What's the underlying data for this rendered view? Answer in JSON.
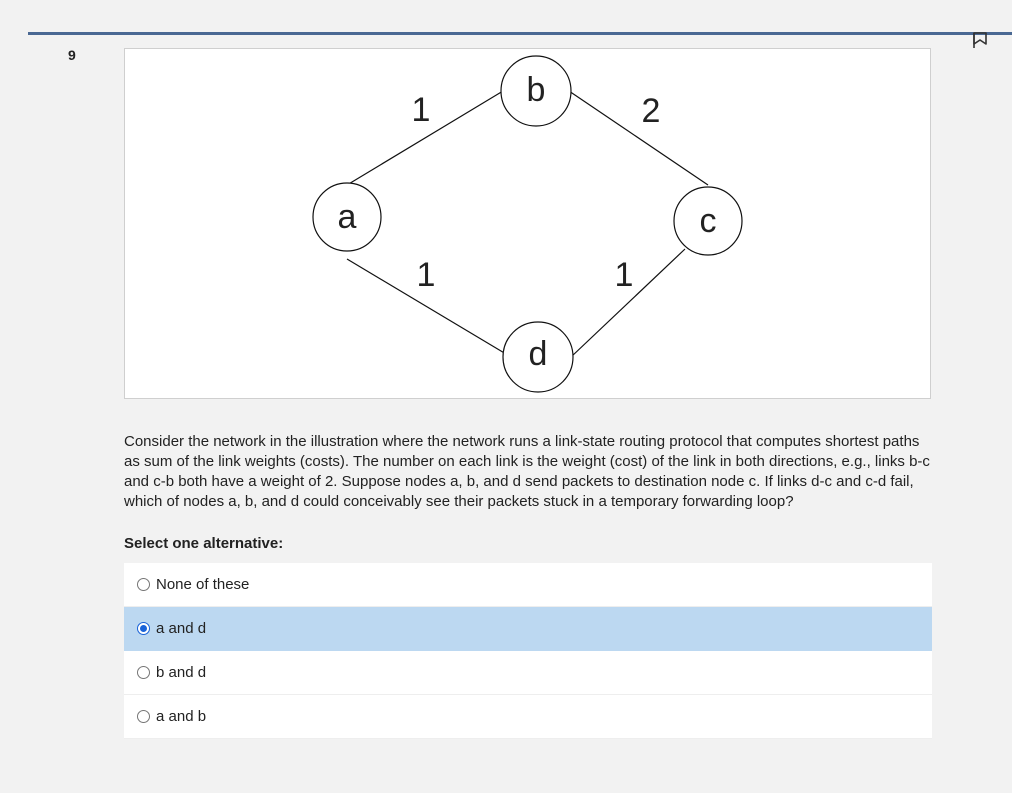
{
  "question": {
    "number": "9",
    "text": "Consider the network in the illustration where the network runs a link-state routing protocol that computes shortest paths as sum of the link weights (costs). The number on each link is the weight (cost) of the link in both directions, e.g., links b-c and c-b both have a weight of 2. Suppose nodes a, b, and d send packets to destination node c. If links d-c and c-d fail, which of nodes a, b, and d could conceivably see their packets stuck in a temporary forwarding loop?",
    "prompt": "Select one alternative:"
  },
  "diagram": {
    "nodes": {
      "a": "a",
      "b": "b",
      "c": "c",
      "d": "d"
    },
    "edge_weights": {
      "a_b": "1",
      "b_c": "2",
      "a_d": "1",
      "d_c": "1"
    }
  },
  "options": [
    {
      "label": "None of these",
      "selected": false
    },
    {
      "label": "a and d",
      "selected": true
    },
    {
      "label": "b and d",
      "selected": false
    },
    {
      "label": "a and b",
      "selected": false
    }
  ],
  "colors": {
    "top_rule": "#4a6893",
    "selected_option": "#bcd8f1",
    "radio_checked": "#1a63d8"
  },
  "icons": {
    "flag": "flag-icon"
  }
}
